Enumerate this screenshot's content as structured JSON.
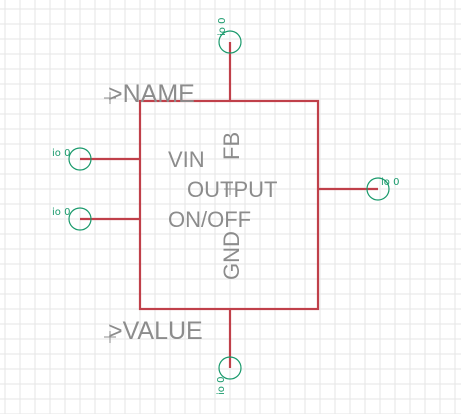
{
  "diagram": {
    "name_label": ">NAME",
    "value_label": ">VALUE",
    "pins": {
      "vin": "VIN",
      "fb": "FB",
      "output": "OUTPUT",
      "onoff": "ON/OFF",
      "gnd": "GND"
    },
    "io_labels": {
      "top": "io 0",
      "left_upper": "io 0",
      "left_lower": "io 0",
      "right": "io 0",
      "bottom": "io 0"
    },
    "colors": {
      "wire": "#c0404a",
      "pin_marker": "#1a9a6c",
      "text": "#8c8c8c",
      "grid": "#e6e6e6"
    }
  }
}
